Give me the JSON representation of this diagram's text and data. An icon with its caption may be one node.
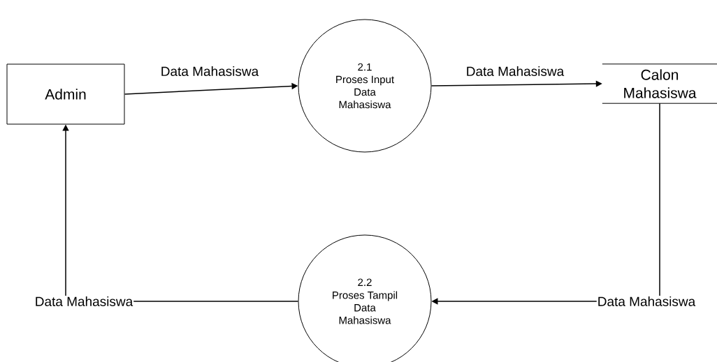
{
  "diagram": {
    "nodes": [
      {
        "text": [
          "Admin"
        ]
      },
      {
        "text": [
          "2.1",
          "Proses Input Data Mahasiswa"
        ]
      },
      {
        "text": [
          "Calon Mahasiswa"
        ]
      },
      {
        "text": [
          "2.2",
          "Proses Tampil Data Mahasiswa"
        ]
      }
    ],
    "edges": [
      {
        "from": 0,
        "to": 1,
        "arrow": "to",
        "label": "Data Mahasiswa"
      },
      {
        "from": 1,
        "to": 2,
        "arrow": "to",
        "label": "Data Mahasiswa"
      },
      {
        "from": 2,
        "to": 3,
        "arrow": "to",
        "label": "Data Mahasiswa"
      },
      {
        "from": 3,
        "to": 0,
        "arrow": "to",
        "label": "Data Mahasiswa"
      }
    ]
  }
}
